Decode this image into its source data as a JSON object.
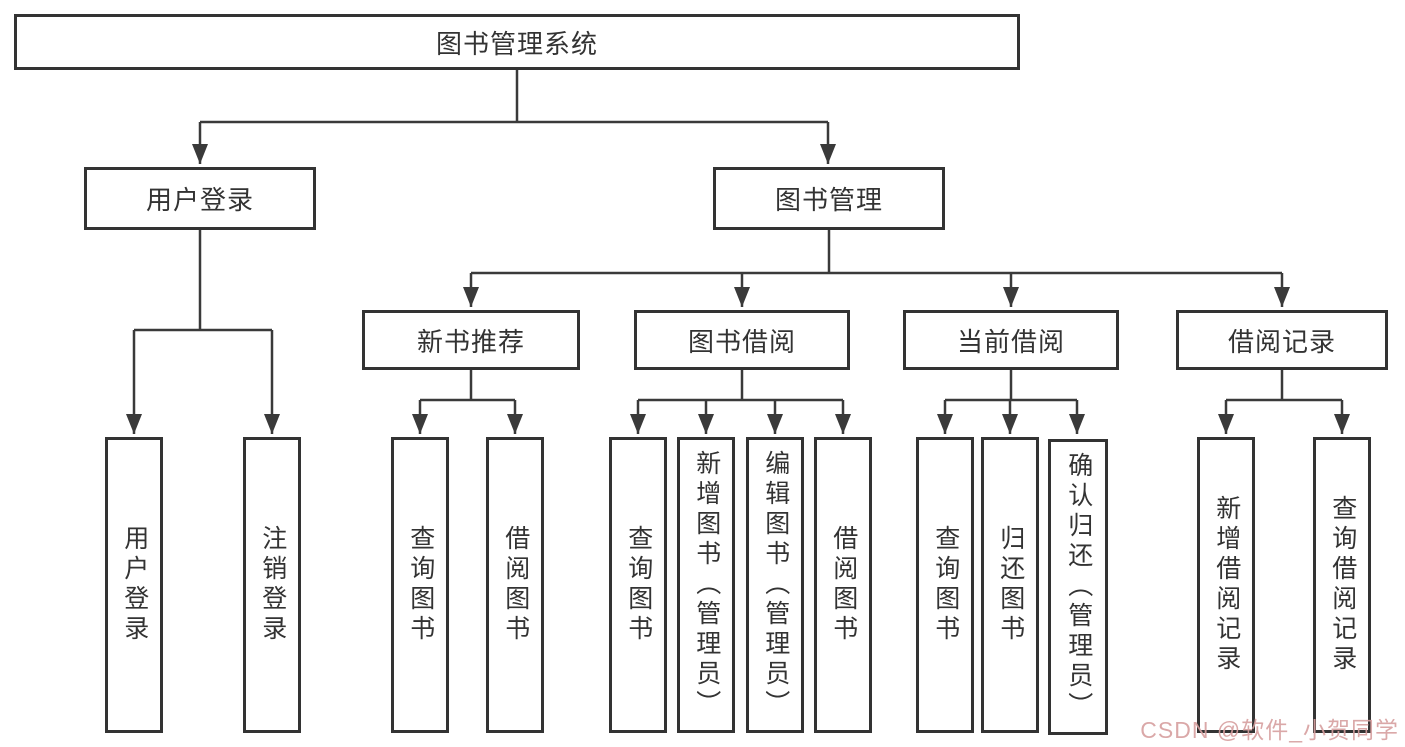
{
  "diagram_type": "functional-decomposition-tree",
  "tree": {
    "label": "图书管理系统",
    "children": [
      {
        "label": "用户登录",
        "children": [
          {
            "label": "用户登录"
          },
          {
            "label": "注销登录"
          }
        ]
      },
      {
        "label": "图书管理",
        "children": [
          {
            "label": "新书推荐",
            "children": [
              {
                "label": "查询图书"
              },
              {
                "label": "借阅图书"
              }
            ]
          },
          {
            "label": "图书借阅",
            "children": [
              {
                "label": "查询图书"
              },
              {
                "label": "新增图书（管理员）"
              },
              {
                "label": "编辑图书（管理员）"
              },
              {
                "label": "借阅图书"
              }
            ]
          },
          {
            "label": "当前借阅",
            "children": [
              {
                "label": "查询图书"
              },
              {
                "label": "归还图书"
              },
              {
                "label": "确认归还（管理员）"
              }
            ]
          },
          {
            "label": "借阅记录",
            "children": [
              {
                "label": "新增借阅记录"
              },
              {
                "label": "查询借阅记录"
              }
            ]
          }
        ]
      }
    ]
  },
  "watermark": {
    "text": "CSDN @软件_小贺同学"
  },
  "colors": {
    "line": "#3a3a3a",
    "border": "#333333",
    "text": "#333333",
    "background": "#ffffff",
    "watermark": "#d79f9f"
  }
}
